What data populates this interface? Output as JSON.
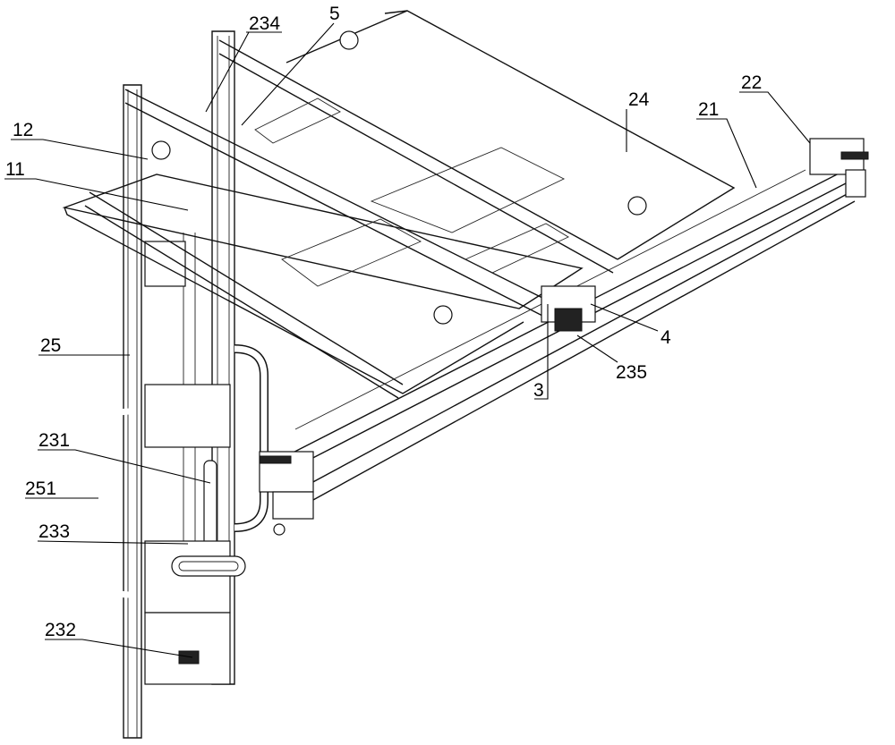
{
  "figure": {
    "labels": {
      "l234": "234",
      "l5": "5",
      "l12": "12",
      "l11": "11",
      "l24": "24",
      "l22": "22",
      "l21": "21",
      "l25": "25",
      "l4": "4",
      "l235": "235",
      "l3": "3",
      "l231": "231",
      "l251": "251",
      "l233": "233",
      "l232": "232"
    }
  }
}
